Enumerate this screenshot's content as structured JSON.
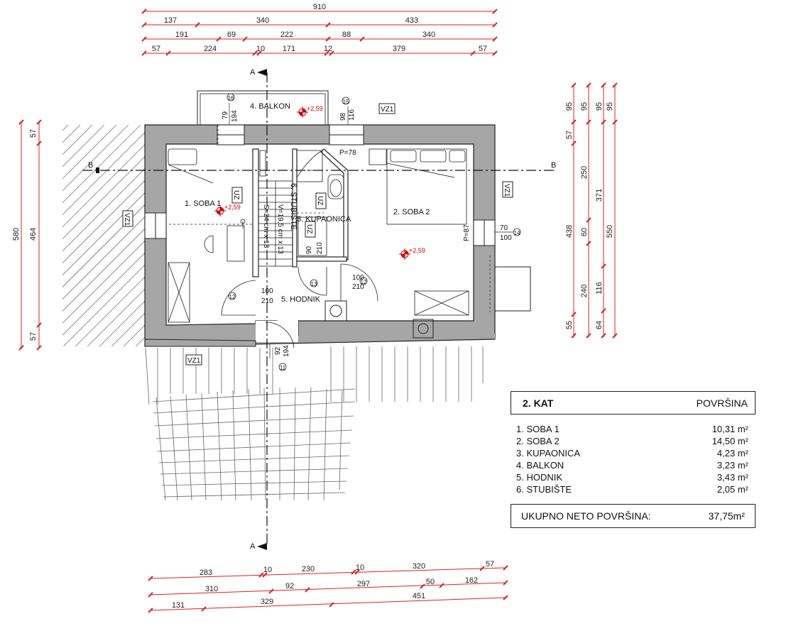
{
  "dimensions": {
    "top_row1": [
      "910"
    ],
    "top_row2": [
      "137",
      "340",
      "433"
    ],
    "top_row3": [
      "191",
      "69",
      "222",
      "88",
      "340"
    ],
    "top_row4": [
      "57",
      "224",
      "10",
      "171",
      "12",
      "379",
      "57"
    ],
    "bottom_row1": [
      "283",
      "10",
      "230",
      "10",
      "320",
      "57"
    ],
    "bottom_row2": [
      "310",
      "92",
      "297",
      "50",
      "162"
    ],
    "bottom_row3": [
      "131",
      "329",
      "451"
    ],
    "left_outer": [
      "580"
    ],
    "left_inner": [
      "57",
      "464",
      "57"
    ],
    "right_col1": [
      "95",
      "57",
      "438",
      "55"
    ],
    "right_col2": [
      "95",
      "250",
      "60",
      "240"
    ],
    "right_col3": [
      "95",
      "371",
      "116",
      "64"
    ],
    "right_col4": [
      "95",
      "550"
    ]
  },
  "section_marks": {
    "a_top": "A",
    "a_bottom": "A",
    "b_left": "B",
    "b_right": "B"
  },
  "rooms": {
    "soba1": "1. SOBA 1",
    "soba2": "2. SOBA 2",
    "kupaonica": "3. KUPAONICA",
    "balkon": "4. BALKON",
    "hodnik": "5. HODNIK",
    "stubiste": "6. STUBIŠTE"
  },
  "stair_note": "S=24 cm x 13",
  "stair_note2": "V=19,5 cm x 13",
  "tags": {
    "vz1": "VZ1",
    "uz": "UZ"
  },
  "openings": {
    "n15_a": "98",
    "n15_b": "116",
    "n16_a": "79",
    "n16_b": "194",
    "p78": "P=78",
    "p87": "P=87",
    "n14_a": "70",
    "n14_b": "100",
    "n13_a": "90",
    "n13_b": "210",
    "n12r_a": "100",
    "n12r_b": "210",
    "n12l_a": "100",
    "n12l_b": "210",
    "n11_a": "92",
    "n11_b": "194"
  },
  "markers": {
    "m11": "11",
    "m12": "12",
    "m13": "13",
    "m14": "14",
    "m15": "15",
    "m16": "16"
  },
  "levels": {
    "l1": "+2,59",
    "l2": "+2,59",
    "l3": "+2,59"
  },
  "table": {
    "title": "2. KAT",
    "column": "POVRŠINA",
    "rows": [
      {
        "name": "1. SOBA 1",
        "value": "10,31 m²"
      },
      {
        "name": "2. SOBA 2",
        "value": "14,50 m²"
      },
      {
        "name": "3. KUPAONICA",
        "value": "4,23 m²"
      },
      {
        "name": "4. BALKON",
        "value": "3,23 m²"
      },
      {
        "name": "5. HODNIK",
        "value": "3,43 m²"
      },
      {
        "name": "6. STUBIŠTE",
        "value": "2,05 m²"
      }
    ],
    "total_label": "UKUPNO NETO POVRŠINA:",
    "total_value": "37,75m²"
  },
  "colors": {
    "dim": "#e02020",
    "wall": "#a6a6a6",
    "line": "#222222"
  }
}
